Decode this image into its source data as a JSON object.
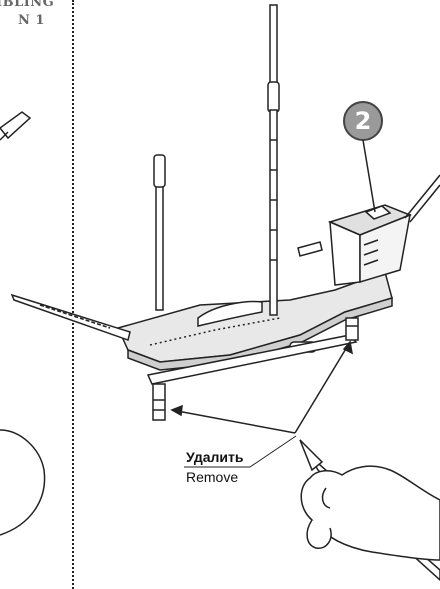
{
  "heading": {
    "line1": "IBLING",
    "line2": "N 1"
  },
  "step": {
    "number": "2"
  },
  "labels": {
    "remove_ru": "Удалить",
    "remove_en": "Remove"
  },
  "colors": {
    "badge": "#9a9a9a",
    "ink": "#111111",
    "heading": "#666666"
  }
}
